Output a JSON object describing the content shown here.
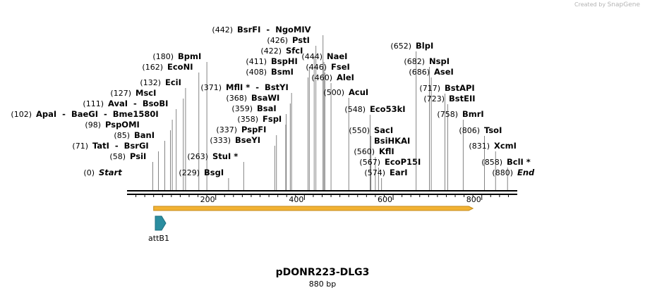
{
  "app": {
    "credit_prefix": "Created by",
    "brand": "SnapGene"
  },
  "plasmid": {
    "name": "pDONR223-DLG3",
    "length_label": "880 bp",
    "length_bp": 880
  },
  "ticks": [
    "200",
    "400",
    "600",
    "800"
  ],
  "tick_values": [
    200,
    400,
    600,
    800
  ],
  "features": [
    {
      "name": "attB1",
      "type": "arrow",
      "color": "#2a8da0"
    }
  ],
  "orf": {
    "color": "#f2b233",
    "start": 60,
    "end": 780
  },
  "sites": [
    {
      "name": "Start",
      "pos": "(0)",
      "bp": 0,
      "italic": true
    },
    {
      "name": "PsiI",
      "pos": "(58)",
      "bp": 58
    },
    {
      "name": "TatI  -  BsrGI",
      "pos": "(71)",
      "bp": 71
    },
    {
      "name": "BanI",
      "pos": "(85)",
      "bp": 85
    },
    {
      "name": "PspOMI",
      "pos": "(98)",
      "bp": 98
    },
    {
      "name": "ApaI  -  BaeGI  -  Bme1580I",
      "pos": "(102)",
      "bp": 102
    },
    {
      "name": "AvaI  -  BsoBI",
      "pos": "(111)",
      "bp": 111
    },
    {
      "name": "MscI",
      "pos": "(127)",
      "bp": 127
    },
    {
      "name": "EciI",
      "pos": "(132)",
      "bp": 132
    },
    {
      "name": "EcoNI",
      "pos": "(162)",
      "bp": 162
    },
    {
      "name": "BpmI",
      "pos": "(180)",
      "bp": 180
    },
    {
      "name": "BsgI",
      "pos": "(229)",
      "bp": 229
    },
    {
      "name": "StuI *",
      "pos": "(263)",
      "bp": 263
    },
    {
      "name": "BseYI",
      "pos": "(333)",
      "bp": 333
    },
    {
      "name": "PspFI",
      "pos": "(337)",
      "bp": 337
    },
    {
      "name": "FspI",
      "pos": "(358)",
      "bp": 358
    },
    {
      "name": "BsaI",
      "pos": "(359)",
      "bp": 359
    },
    {
      "name": "BsaWI",
      "pos": "(368)",
      "bp": 368
    },
    {
      "name": "MflI *  -  BstYI",
      "pos": "(371)",
      "bp": 371
    },
    {
      "name": "BsmI",
      "pos": "(408)",
      "bp": 408
    },
    {
      "name": "BspHI",
      "pos": "(411)",
      "bp": 411
    },
    {
      "name": "SfcI",
      "pos": "(422)",
      "bp": 422
    },
    {
      "name": "PstI",
      "pos": "(426)",
      "bp": 426
    },
    {
      "name": "BsrFI  -  NgoMIV",
      "pos": "(442)",
      "bp": 442
    },
    {
      "name": "NaeI",
      "pos": "(444)",
      "bp": 444
    },
    {
      "name": "FseI",
      "pos": "(446)",
      "bp": 446
    },
    {
      "name": "AleI",
      "pos": "(460)",
      "bp": 460
    },
    {
      "name": "AcuI",
      "pos": "(500)",
      "bp": 500
    },
    {
      "name": "Eco53kI",
      "pos": "(548)",
      "bp": 548
    },
    {
      "name": "SacI",
      "pos": "(550)",
      "bp": 550
    },
    {
      "name": "BsiHKAI",
      "pos": "",
      "bp": 550
    },
    {
      "name": "KflI",
      "pos": "(560)",
      "bp": 560
    },
    {
      "name": "EcoP15I",
      "pos": "(567)",
      "bp": 567
    },
    {
      "name": "EarI",
      "pos": "(574)",
      "bp": 574
    },
    {
      "name": "BlpI",
      "pos": "(652)",
      "bp": 652
    },
    {
      "name": "NspI",
      "pos": "(682)",
      "bp": 682
    },
    {
      "name": "AseI",
      "pos": "(686)",
      "bp": 686
    },
    {
      "name": "BstAPI",
      "pos": "(717)",
      "bp": 717
    },
    {
      "name": "BstEII",
      "pos": "(723)",
      "bp": 723
    },
    {
      "name": "BmrI",
      "pos": "(758)",
      "bp": 758
    },
    {
      "name": "TsoI",
      "pos": "(806)",
      "bp": 806
    },
    {
      "name": "XcmI",
      "pos": "(831)",
      "bp": 831
    },
    {
      "name": "BclI *",
      "pos": "(858)",
      "bp": 858
    },
    {
      "name": "End",
      "pos": "(880)",
      "bp": 880,
      "italic": true
    }
  ]
}
